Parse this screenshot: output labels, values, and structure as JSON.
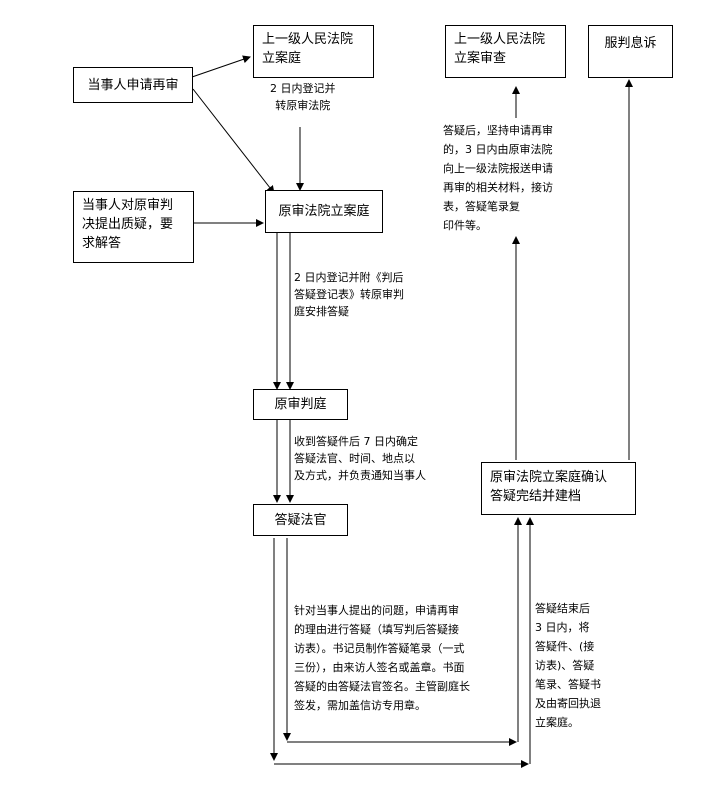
{
  "boxes": {
    "applicant_retrial": "当事人申请再审",
    "higher_court_filing": [
      "上一级人民法院",
      "立案庭"
    ],
    "higher_court_review": [
      "上一级人民法院",
      "立案审查"
    ],
    "accept_judgment": "服判息诉",
    "doubt": [
      "当事人对原审判",
      "决提出质疑，要",
      "求解答"
    ],
    "original_filing": "原审法院立案庭",
    "original_tribunal": "原审判庭",
    "answering_judge": "答疑法官",
    "confirm_archive": [
      "原审法院立案庭确认",
      "答疑完结并建档"
    ]
  },
  "notes": {
    "register_transfer": [
      "2 日内登记并",
      "转原审法院"
    ],
    "register_attach": [
      "2 日内登记并附《判后",
      "答疑登记表》转原审判",
      "庭安排答疑"
    ],
    "receive": [
      "收到答疑件后 7 日内确定",
      "答疑法官、时间、地点以",
      "及方式，并负责通知当事人"
    ],
    "answer": [
      "针对当事人提出的问题，申请再审",
      "的理由进行答疑（填写判后答疑接",
      "访表）。书记员制作答疑笔录（一式",
      "三份），由来访人签名或盖章。书面",
      "答疑的由答疑法官签名。主管副庭长",
      "签发，需加盖信访专用章。"
    ],
    "persist": [
      "答疑后，坚持申请再审",
      "的，3 日内由原审法院",
      "向上一级法院报送申请",
      "再审的相关材料，接访",
      "表，答疑笔录复",
      "印件等。"
    ],
    "after_answer": [
      "答疑结束后",
      "3 日内，将",
      "答疑件、(接",
      "访表)、答疑",
      "笔录、答疑书",
      "及由寄回执退",
      "立案庭。"
    ]
  }
}
